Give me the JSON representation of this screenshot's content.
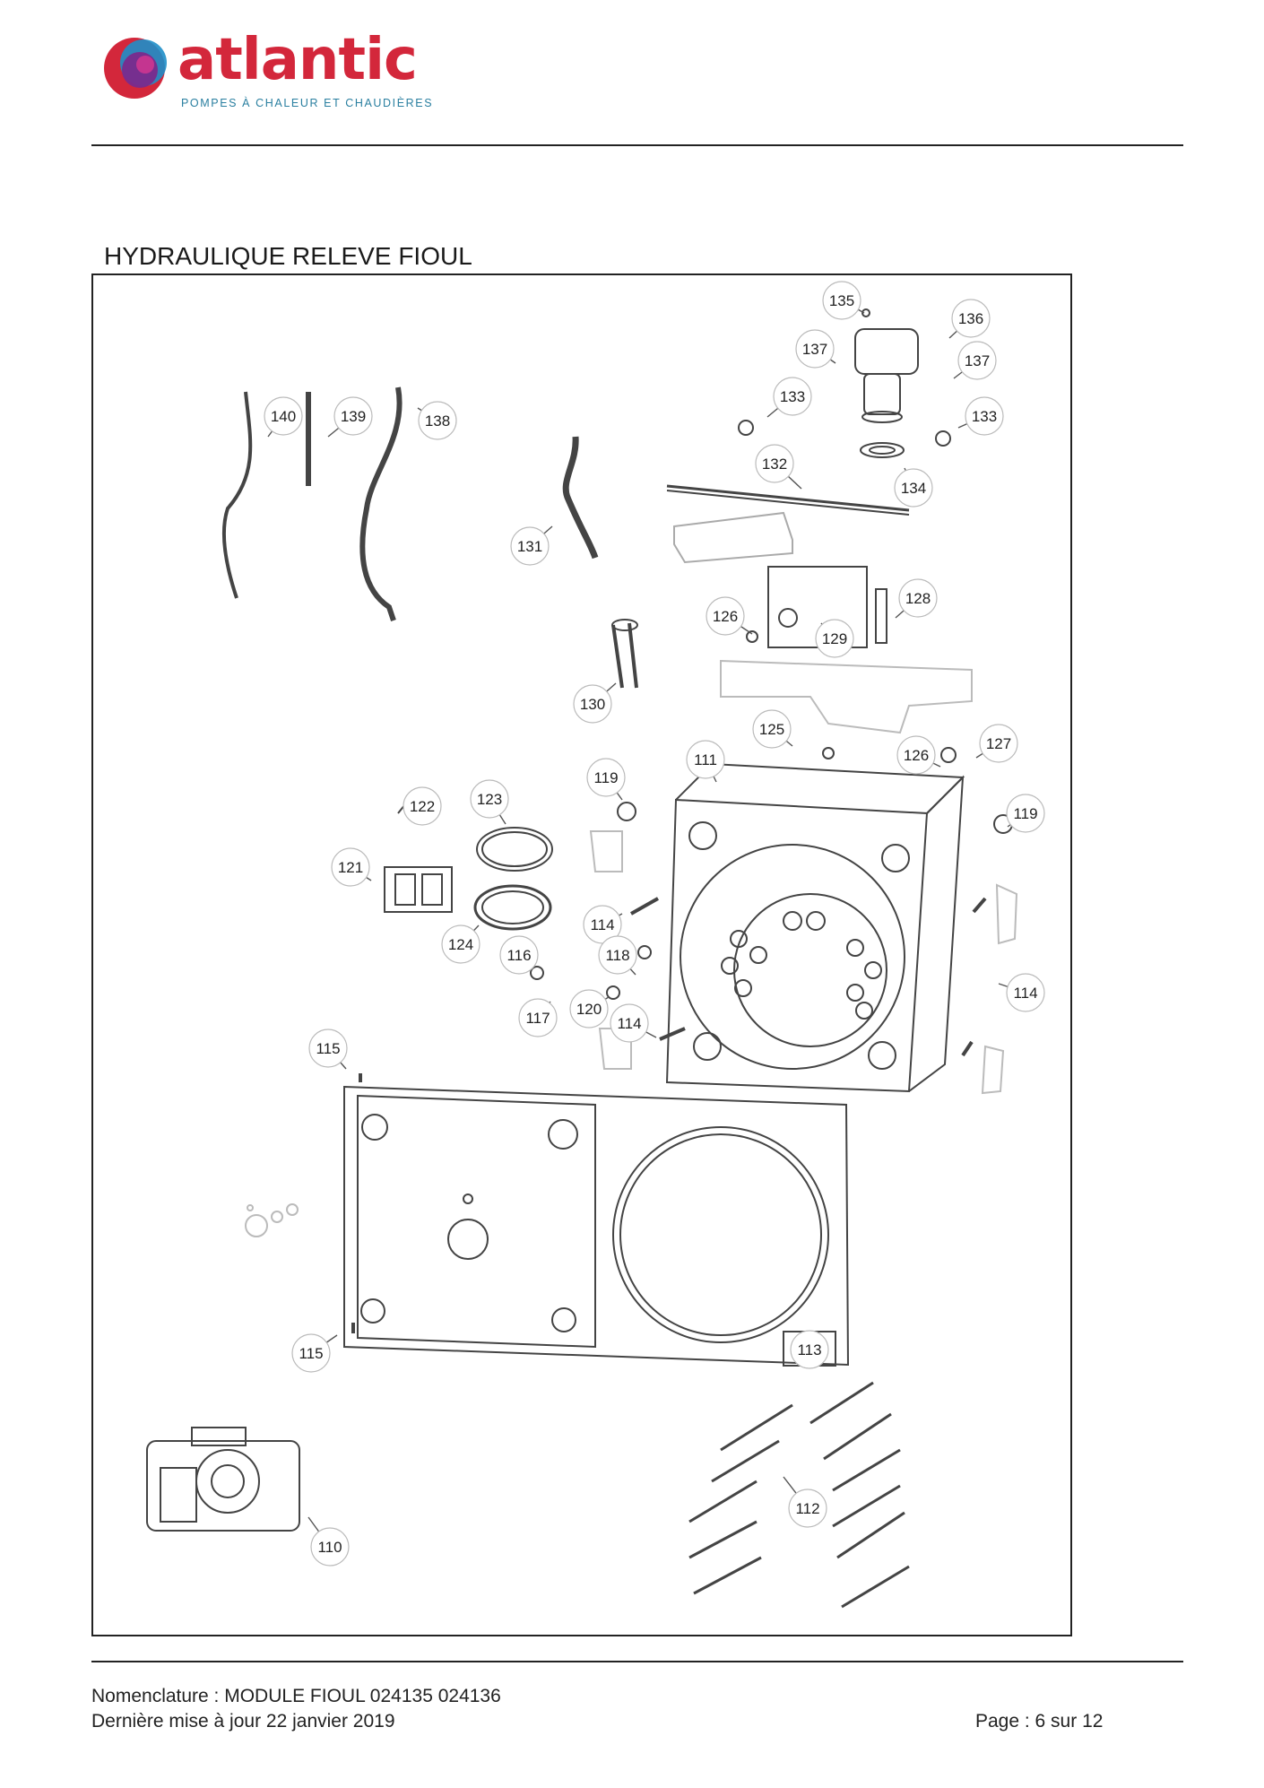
{
  "header": {
    "brand": "atlantic",
    "tagline": "POMPES À CHALEUR ET CHAUDIÈRES",
    "logo_icon": "atlantic-logo-icon"
  },
  "section": {
    "title": "HYDRAULIQUE RELEVE FIOUL"
  },
  "diagram": {
    "callouts": [
      {
        "id": "c135",
        "label": "135"
      },
      {
        "id": "c136",
        "label": "136"
      },
      {
        "id": "c137a",
        "label": "137"
      },
      {
        "id": "c137b",
        "label": "137"
      },
      {
        "id": "c133a",
        "label": "133"
      },
      {
        "id": "c133b",
        "label": "133"
      },
      {
        "id": "c132",
        "label": "132"
      },
      {
        "id": "c134",
        "label": "134"
      },
      {
        "id": "c140",
        "label": "140"
      },
      {
        "id": "c139",
        "label": "139"
      },
      {
        "id": "c138",
        "label": "138"
      },
      {
        "id": "c131",
        "label": "131"
      },
      {
        "id": "c128",
        "label": "128"
      },
      {
        "id": "c126a",
        "label": "126"
      },
      {
        "id": "c129",
        "label": "129"
      },
      {
        "id": "c130",
        "label": "130"
      },
      {
        "id": "c125",
        "label": "125"
      },
      {
        "id": "c127",
        "label": "127"
      },
      {
        "id": "c126b",
        "label": "126"
      },
      {
        "id": "c111",
        "label": "111"
      },
      {
        "id": "c119a",
        "label": "119"
      },
      {
        "id": "c119b",
        "label": "119"
      },
      {
        "id": "c122",
        "label": "122"
      },
      {
        "id": "c123",
        "label": "123"
      },
      {
        "id": "c121",
        "label": "121"
      },
      {
        "id": "c124",
        "label": "124"
      },
      {
        "id": "c114a",
        "label": "114"
      },
      {
        "id": "c118",
        "label": "118"
      },
      {
        "id": "c116",
        "label": "116"
      },
      {
        "id": "c117",
        "label": "117"
      },
      {
        "id": "c120",
        "label": "120"
      },
      {
        "id": "c114b",
        "label": "114"
      },
      {
        "id": "c114c",
        "label": "114"
      },
      {
        "id": "c115a",
        "label": "115"
      },
      {
        "id": "c115b",
        "label": "115"
      },
      {
        "id": "c113",
        "label": "113"
      },
      {
        "id": "c112",
        "label": "112"
      },
      {
        "id": "c110",
        "label": "110"
      }
    ]
  },
  "footer": {
    "nomenclature": "Nomenclature : MODULE FIOUL 024135 024136",
    "updated": "Dernière mise à jour 22 janvier 2019",
    "page": "Page : 6 sur 12"
  }
}
